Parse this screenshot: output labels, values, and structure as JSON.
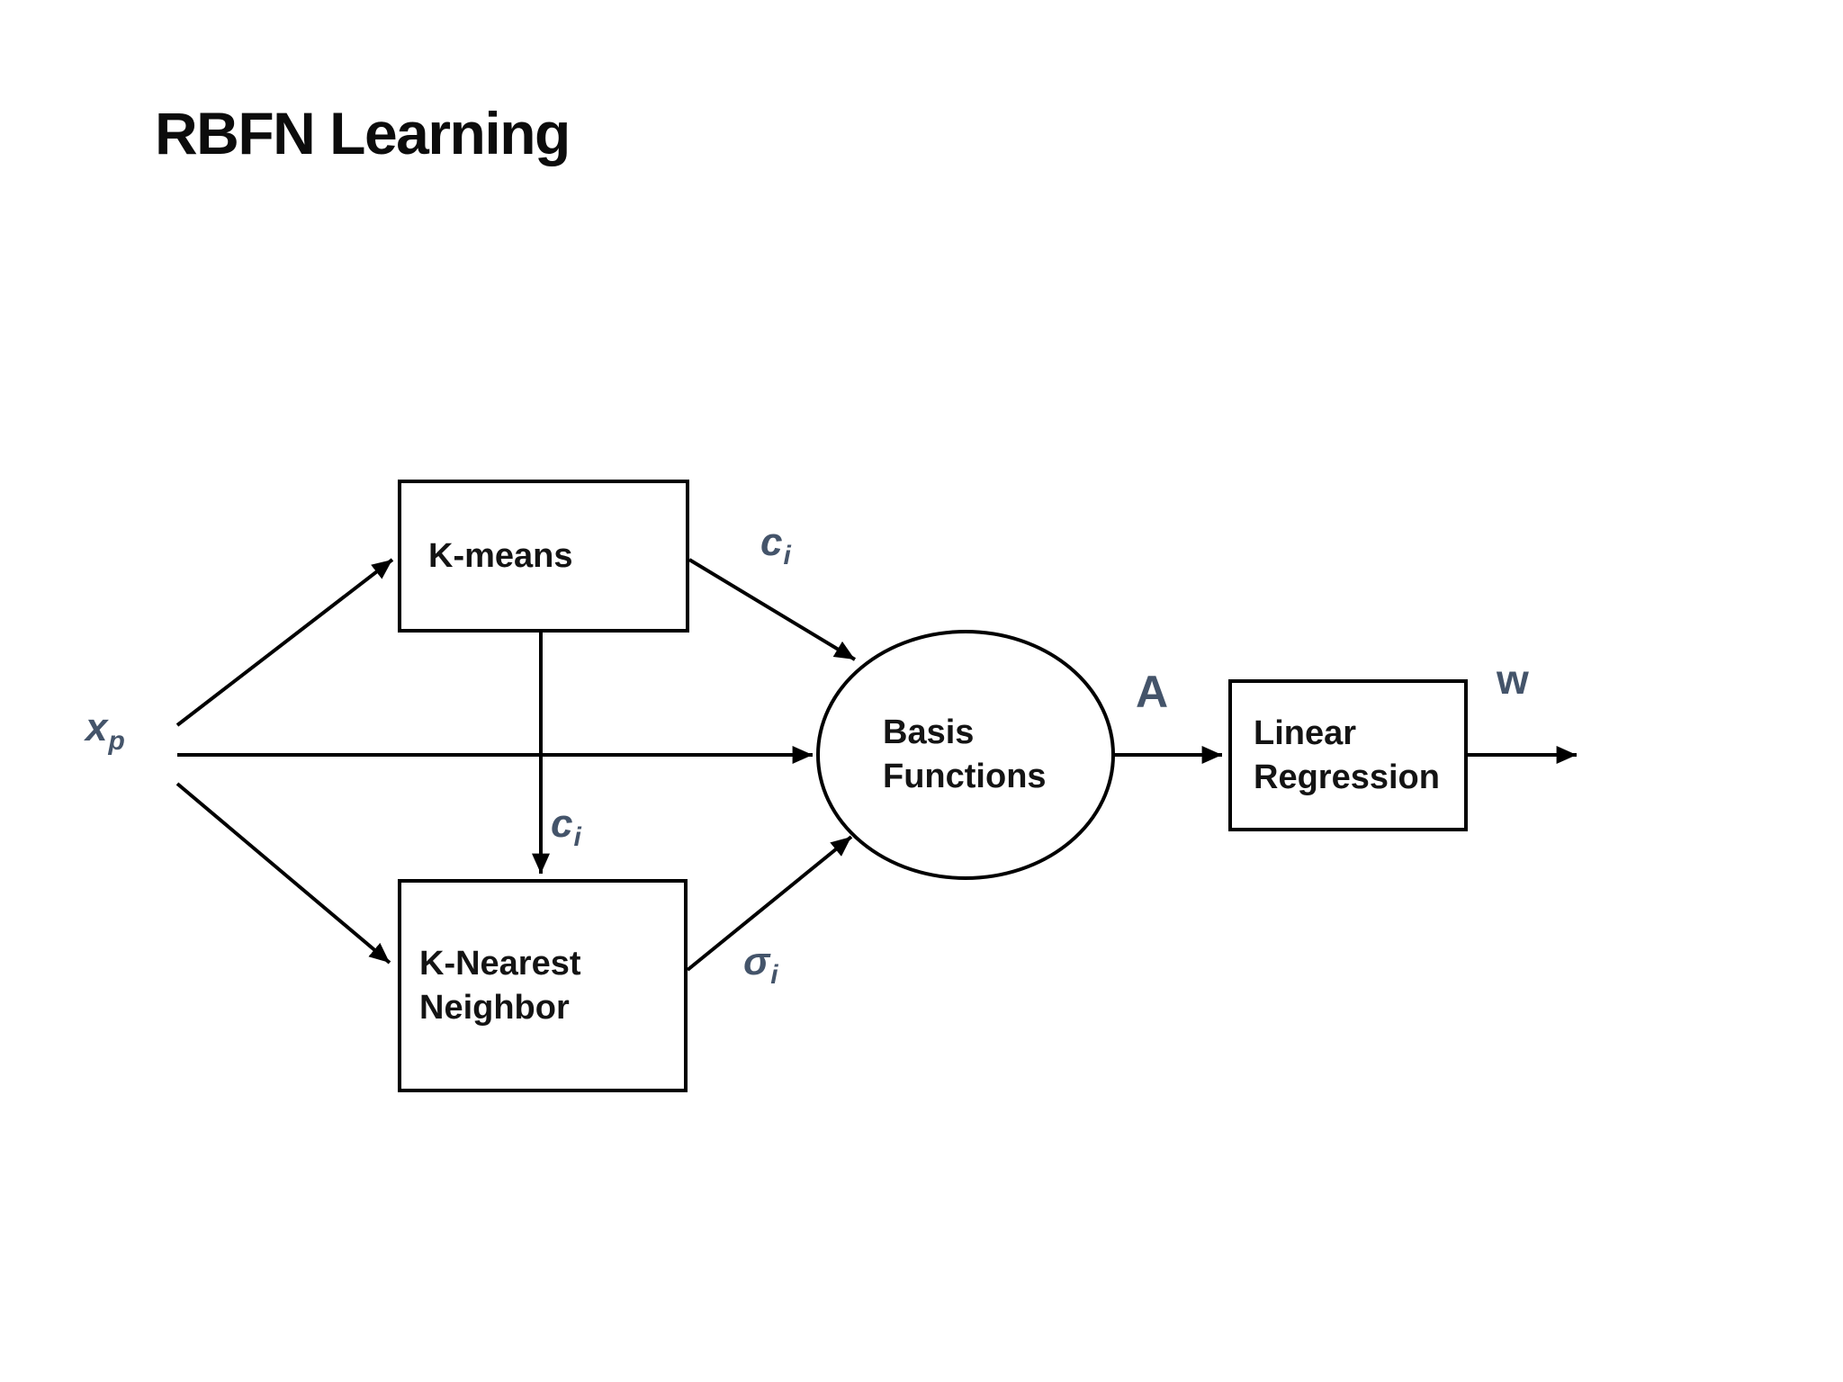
{
  "title": "RBFN Learning",
  "colors": {
    "background": "#FFFFFF",
    "line": "#000000",
    "node_text": "#141414",
    "label_accent": "#44546A"
  },
  "nodes": {
    "kmeans": {
      "shape": "rectangle",
      "lines": [
        "K-means"
      ]
    },
    "knn": {
      "shape": "rectangle",
      "lines": [
        "K-Nearest",
        "Neighbor"
      ]
    },
    "basis": {
      "shape": "ellipse",
      "lines": [
        "Basis",
        "Functions"
      ]
    },
    "linreg": {
      "shape": "rectangle",
      "lines": [
        "Linear",
        "Regression"
      ]
    }
  },
  "edge_labels": {
    "input": {
      "base": "x",
      "sub": "p"
    },
    "kmeans_to_basis": {
      "base": "c",
      "sub": "i"
    },
    "kmeans_to_knn": {
      "base": "c",
      "sub": "i"
    },
    "knn_to_basis": {
      "base": "σ",
      "sub": "i"
    },
    "basis_to_linreg": "A",
    "output": "w"
  }
}
